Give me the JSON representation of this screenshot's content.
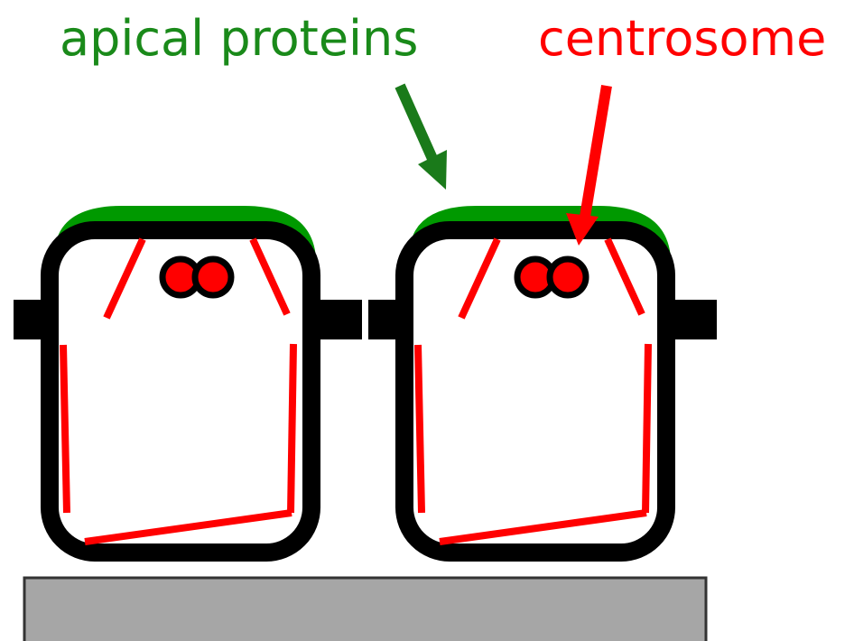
{
  "labels": {
    "apical": "apical proteins",
    "centrosome": "centrosome"
  },
  "colors": {
    "apical": "#1a8a1a",
    "centrosome": "#ff0000",
    "membrane": "#000000",
    "microtubule": "#ff0000",
    "apical_cap": "#009900",
    "substrate_fill": "#a6a6a6",
    "substrate_stroke": "#333333"
  },
  "diagram": {
    "cell_count": 2,
    "icons": [
      "arrow-icon",
      "cell-outline",
      "centrosome-icon",
      "microtubule-line",
      "junction-block",
      "substrate-block"
    ]
  }
}
